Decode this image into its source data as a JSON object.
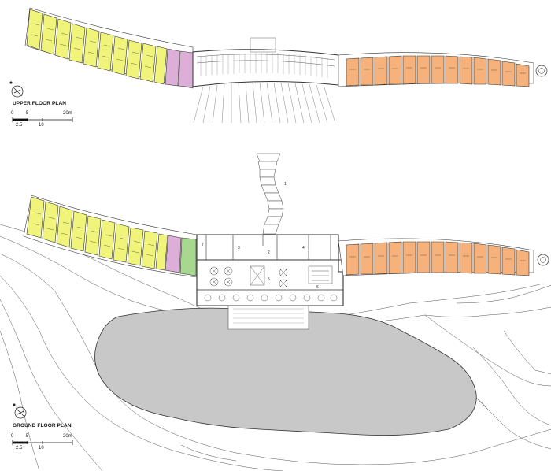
{
  "upper": {
    "title": "UPPER FLOOR PLAN",
    "scale_top": [
      "0",
      "5",
      "20m"
    ],
    "scale_bottom": [
      "2.5",
      "10"
    ]
  },
  "ground": {
    "title": "GROUND FLOOR PLAN",
    "scale_top": [
      "0",
      "5",
      "20m"
    ],
    "scale_bottom": [
      "2.5",
      "10"
    ]
  },
  "room_numbers": [
    "1",
    "2",
    "3",
    "4",
    "5",
    "6",
    "7"
  ],
  "colors": {
    "yellow_rooms": "#f1f47a",
    "pink_rooms": "#dcaed8",
    "green_room": "#a8d890",
    "orange_rooms": "#f6b27a",
    "lake": "#c8c8c8",
    "lines": "#333333"
  }
}
